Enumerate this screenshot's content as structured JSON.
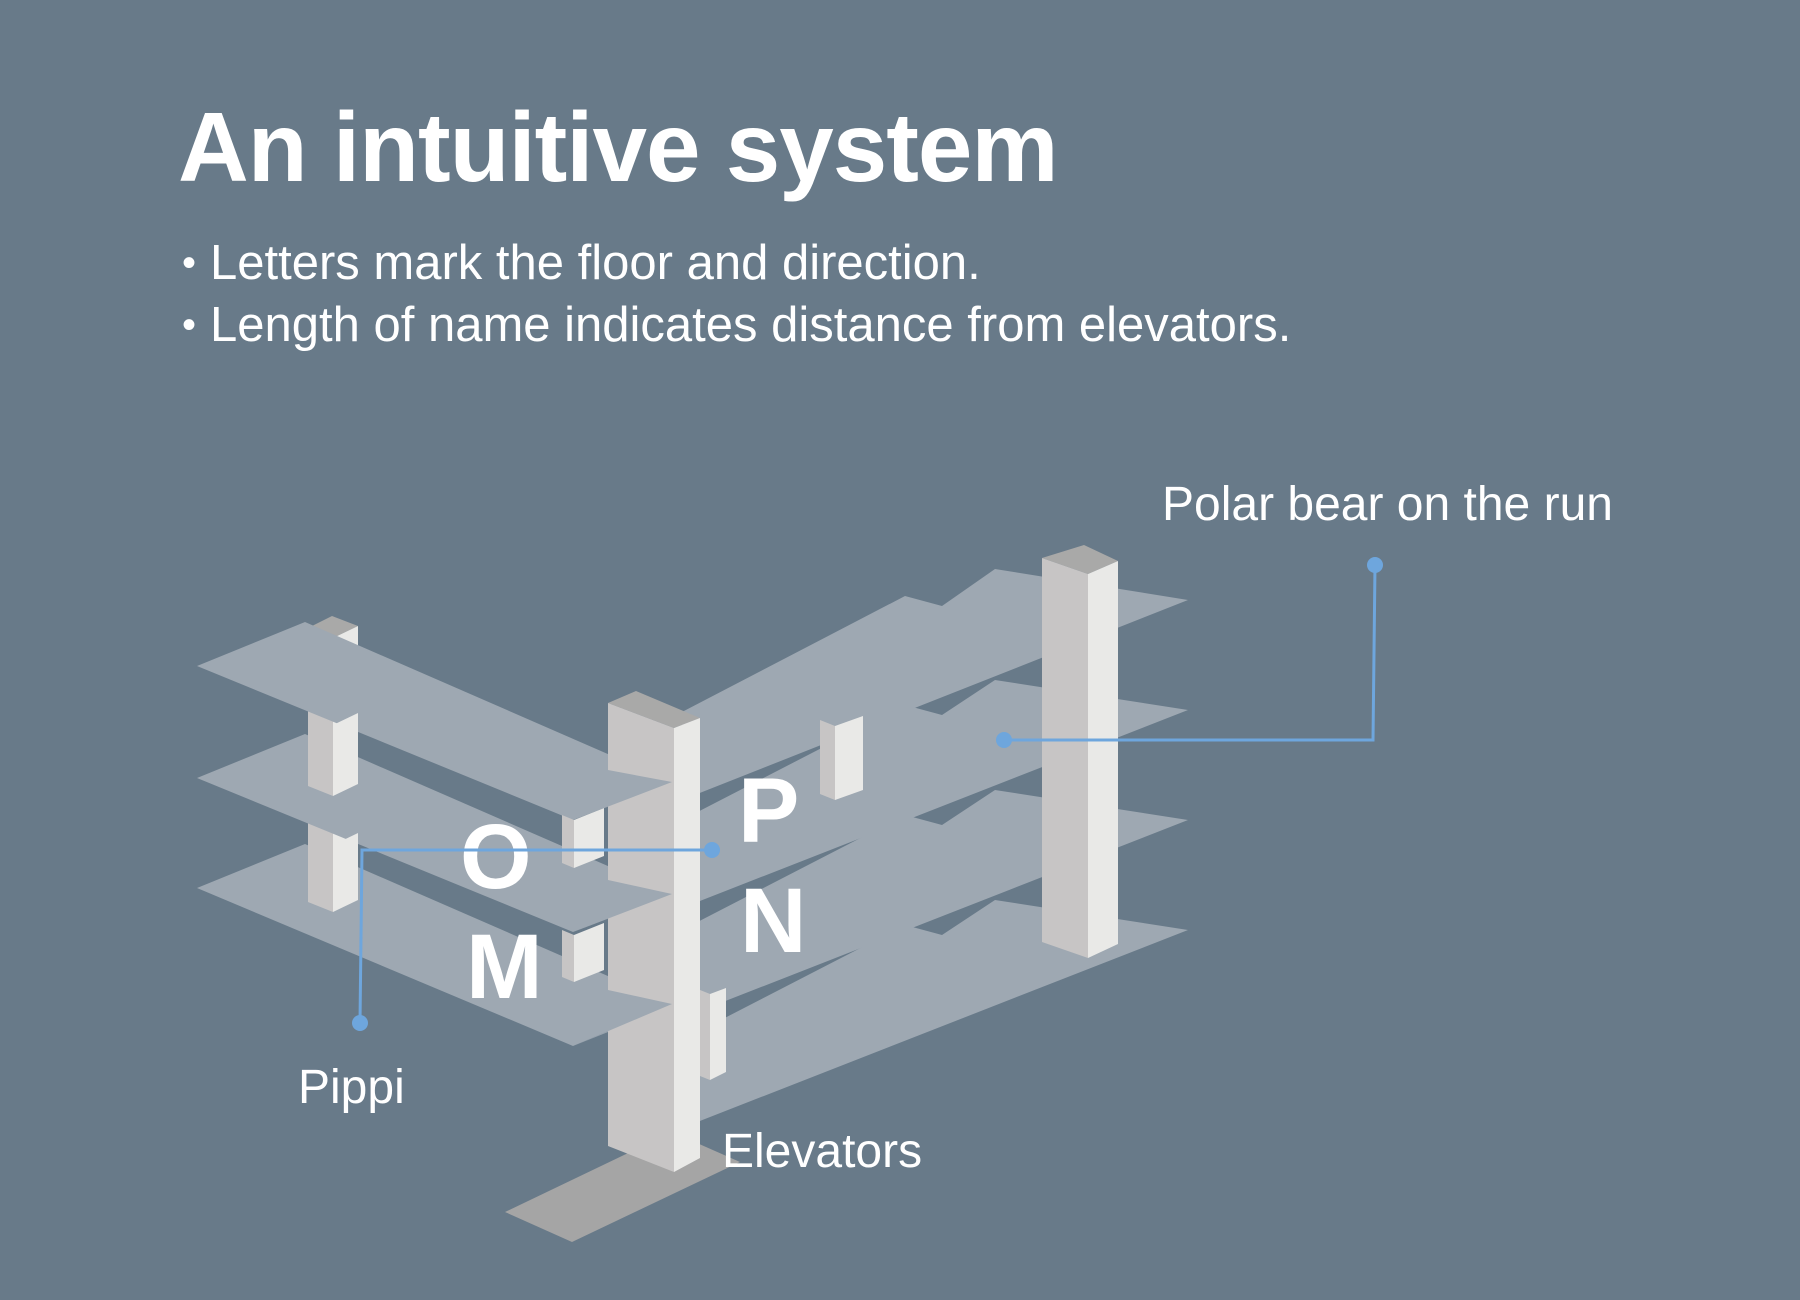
{
  "title": "An intuitive system",
  "bullets": [
    "Letters mark the floor and direction.",
    "Length of name indicates distance from elevators."
  ],
  "diagram": {
    "wing_letters": {
      "upper_left": "O",
      "lower_left": "M",
      "upper_right": "P",
      "lower_right": "N"
    },
    "labels": {
      "polar_bear": "Polar bear on the run",
      "pippi": "Pippi",
      "elevators": "Elevators"
    },
    "colors": {
      "background": "#687a89",
      "floor_slab": "#9ea8b2",
      "pillar_front": "#c7c5c5",
      "pillar_side": "#e9e9e7",
      "callout_line": "#6ea6dd"
    }
  }
}
